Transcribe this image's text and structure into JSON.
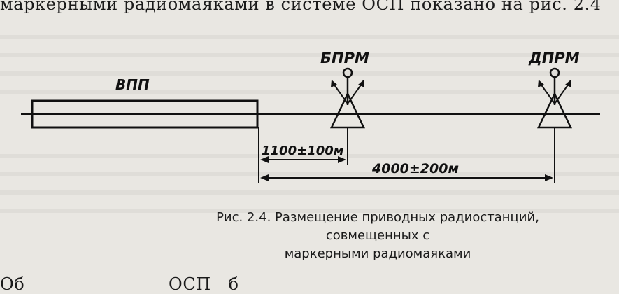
{
  "text": {
    "top_line": "маркерными радиомаяками в системе ОСП показано на рис. 2.4",
    "bottom_line": "Об                         ОСП   б"
  },
  "figure": {
    "runway_label": "ВПП",
    "near_marker_label": "БПРМ",
    "far_marker_label": "ДПРМ",
    "near_distance": "1100±100м",
    "far_distance": "4000±200м"
  },
  "caption": {
    "line1": "Рис. 2.4. Размещение приводных радиостанций, совмещенных с",
    "line2": "маркерными радиомаяками"
  }
}
